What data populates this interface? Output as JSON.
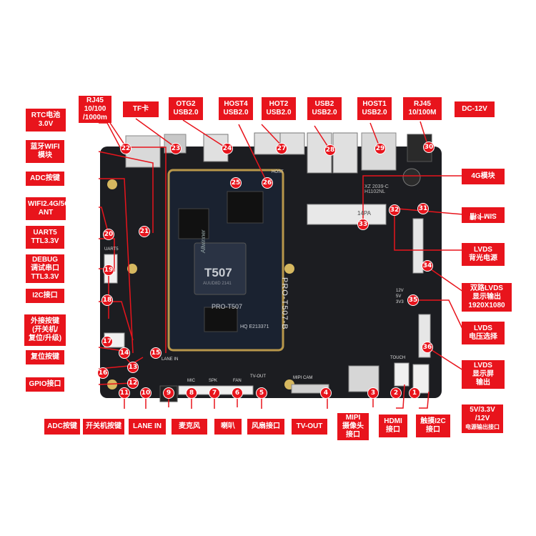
{
  "chip": {
    "brand": "Allwinner",
    "model": "T507",
    "sub1": "AUUD8D 2141",
    "module_name": "PRO-T507",
    "hq": "HQ E213371"
  },
  "board_name": "PRO-T507-B",
  "eth_chip": "XZ 2039-C\nH1102NL",
  "lvds_conn": "14PA",
  "volt_marks": [
    "12V",
    "5V",
    "3V3"
  ],
  "silk": {
    "lane": "LANE IN",
    "touch": "TOUCH",
    "mipi": "MIPI CAM",
    "tvout": "TV-OUT",
    "fan": "FAN",
    "spk": "SPK",
    "mic": "MIC",
    "uart": "UART5",
    "host": "HOST"
  },
  "labels": {
    "l1": [
      "5V/3.3V",
      "/12V",
      "电源输出接口"
    ],
    "l2": [
      "触摸I2C",
      "接口"
    ],
    "l3": [
      "HDMI",
      "接口"
    ],
    "l4": [
      "MIPI",
      "摄像头",
      "接口"
    ],
    "l5": [
      "TV-OUT"
    ],
    "l6": [
      "风扇接口"
    ],
    "l7": [
      "喇叭"
    ],
    "l8": [
      "麦克风"
    ],
    "l9": [
      "LANE IN"
    ],
    "l10": [
      "开关机按键"
    ],
    "l11": [
      "ADC按键"
    ],
    "l12": [
      "GPIO接口"
    ],
    "l13": [
      "外接按键",
      "(开关机/",
      "复位/升级)"
    ],
    "l16": [
      "复位按键"
    ],
    "l17": [
      "I2C接口"
    ],
    "l18": [
      "DEBUG",
      "调试串口",
      "TTL3.3V"
    ],
    "l19": [
      "UART5",
      "TTL3.3V"
    ],
    "l20": [
      "WIFI2.4G/5G",
      "ANT"
    ],
    "l14": [
      "ADC按键"
    ],
    "l21": [
      "蓝牙WIFI",
      "模块"
    ],
    "l15": [
      "RTC电池",
      "3.0V"
    ],
    "l22": [
      "RJ45",
      "10/100",
      "/1000m"
    ],
    "l23": [
      "TF卡"
    ],
    "l24": [
      "OTG2",
      "USB2.0"
    ],
    "l25": [
      "HOST4",
      "USB2.0"
    ],
    "l27": [
      "HOT2",
      "USB2.0"
    ],
    "l28": [
      "USB2",
      "USB2.0"
    ],
    "l29": [
      "HOST1",
      "USB2.0"
    ],
    "l29b": [
      "RJ45",
      "10/100M"
    ],
    "l30": [
      "DC-12V"
    ],
    "l4g": [
      "4G模块"
    ],
    "lsim": [
      "SIM卡槽"
    ],
    "llvdsbl": [
      "LVDS",
      "背光电源"
    ],
    "ldual": [
      "双路LVDS",
      "显示输出",
      "1920X1080"
    ],
    "lvsel": [
      "LVDS",
      "电压选择"
    ],
    "llvdsout": [
      "LVDS",
      "显示屏",
      "输出"
    ]
  },
  "badges": [
    "1",
    "2",
    "3",
    "4",
    "5",
    "6",
    "7",
    "8",
    "9",
    "10",
    "11",
    "12",
    "13",
    "14",
    "15",
    "16",
    "17",
    "18",
    "19",
    "20",
    "21",
    "22",
    "23",
    "24",
    "25",
    "26",
    "27",
    "28",
    "29",
    "30",
    "31",
    "32",
    "33",
    "34",
    "35",
    "36"
  ],
  "colors": {
    "accent": "#e8141c",
    "pcb": "#1c1d21",
    "module": "#1a2230",
    "gold": "#b8974a"
  }
}
